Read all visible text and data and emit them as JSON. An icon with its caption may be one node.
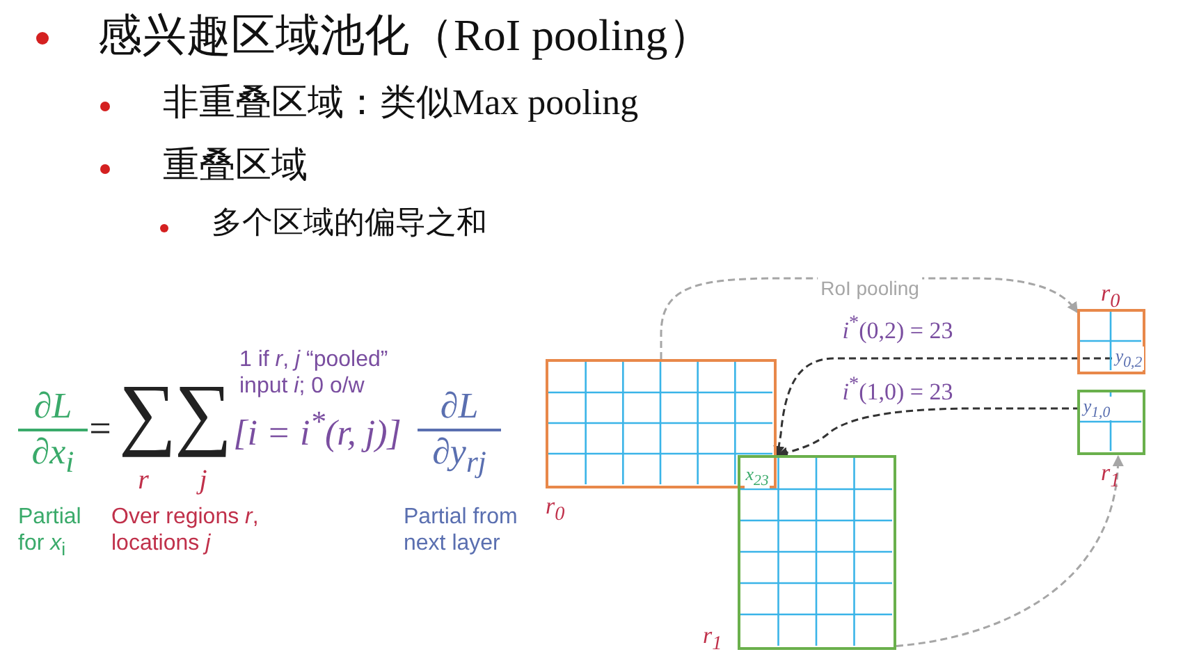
{
  "diagram": {
    "nodes": [
      {
        "text": [],
        "shape": "box",
        "beside": [
          "*r*$_{0}$"
        ]
      },
      {
        "text": [],
        "shape": "box",
        "beside": [
          "*r*$_{1}$"
        ]
      },
      {
        "text": [
          "*x*$_{23}$"
        ]
      },
      {
        "text": [],
        "shape": "box",
        "beside": [
          "*r*$_{0}$"
        ]
      },
      {
        "text": [],
        "shape": "box",
        "beside": [
          "*r*$_{1}$"
        ]
      },
      {
        "text": [
          "*y*$_{0,2}$"
        ],
        "in": 3
      },
      {
        "text": [
          "*y*$_{1,0}$"
        ],
        "in": 4
      }
    ],
    "edges": [
      {
        "from": 0,
        "to": 3,
        "arrow": "to",
        "label": "RoI pooling",
        "style": "dashed",
        "color": "#a6a6a6"
      },
      {
        "from": 1,
        "to": 4,
        "arrow": "to",
        "style": "dashed",
        "color": "#a6a6a6"
      },
      {
        "from": 5,
        "to": 2,
        "arrow": "to",
        "label": "*i*$^{*}$(0,2) = 23",
        "style": "dashed",
        "color": "#333333"
      },
      {
        "from": 6,
        "to": 2,
        "arrow": "to",
        "label": "*i*$^{*}$(1,0) = 23",
        "style": "dashed",
        "color": "#333333"
      }
    ],
    "labels": [
      "感兴趣区域池化（RoI pooling）",
      "非重叠区域：类似Max pooling",
      "重叠区域",
      "多个区域的偏导之和",
      "1 if *r*, *j* “pooled” input *i*; 0 o/w",
      "∂L",
      "∂x$_{i}$",
      "=",
      "∑",
      "r",
      "∑",
      "j",
      "[i = i$^{*}$(r, j)]",
      "∂L",
      "∂y$_{rj}$",
      "Partial for *x*$_{i}$",
      "Over regions *r*, locations *j*",
      "Partial from next layer"
    ]
  }
}
